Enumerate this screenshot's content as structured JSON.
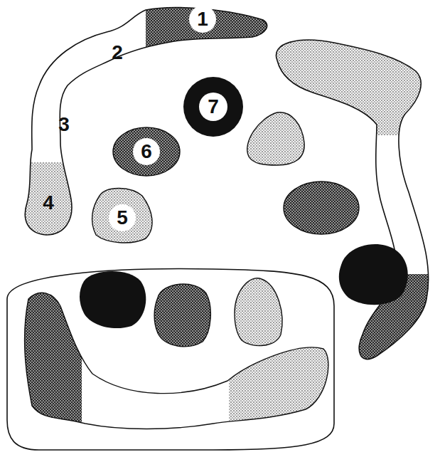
{
  "diagram": {
    "nodes": [
      {
        "text": [
          "1",
          "2",
          "3",
          "4"
        ]
      },
      {
        "text": [
          "7"
        ]
      },
      {
        "text": [
          "6"
        ]
      },
      {
        "text": [
          "5"
        ]
      }
    ]
  }
}
